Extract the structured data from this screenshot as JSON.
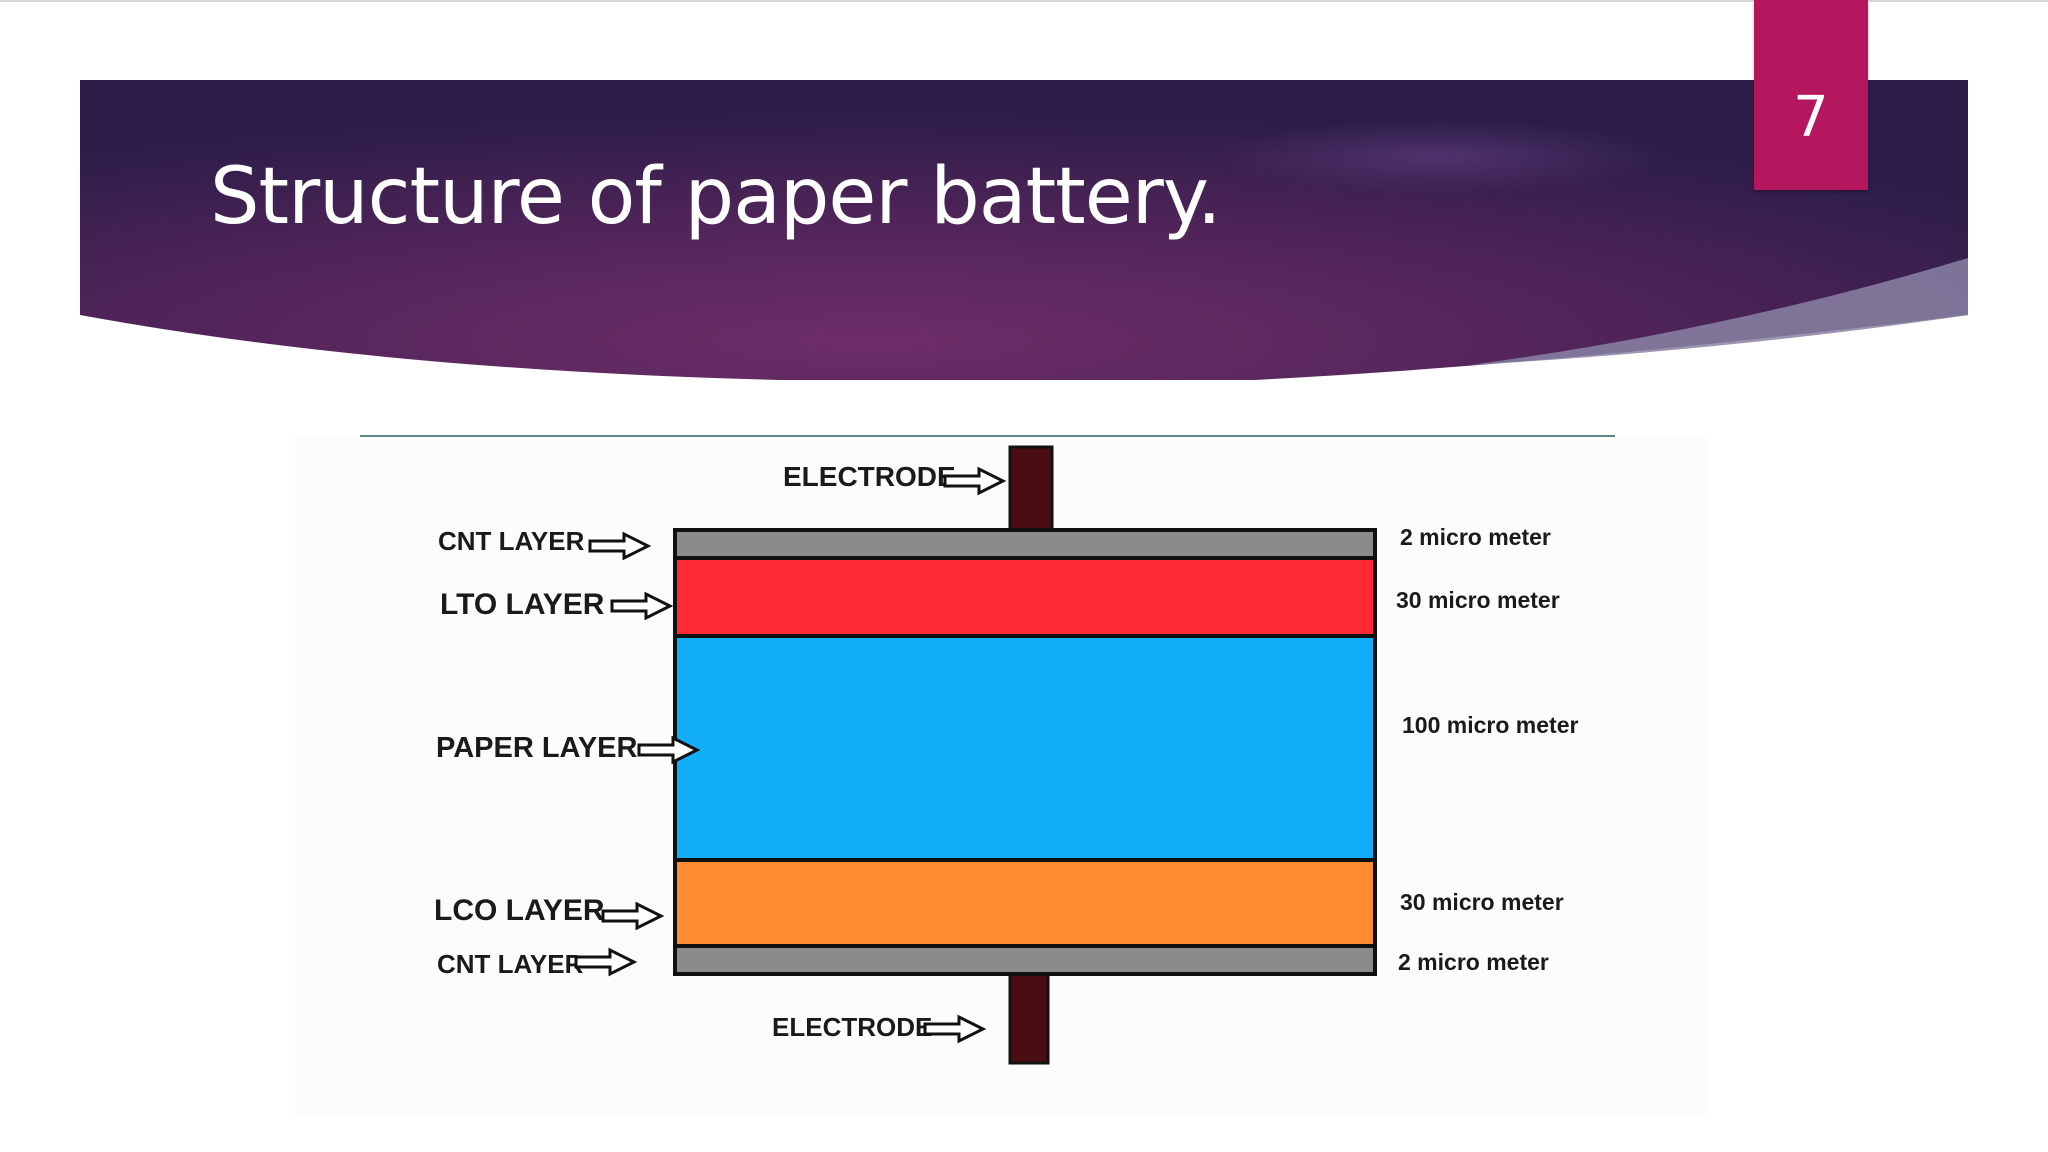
{
  "slide": {
    "title": "Structure of paper battery.",
    "page_number": "7"
  },
  "colors": {
    "banner_dark": "#2a1f4a",
    "banner_mid": "#6a2a66",
    "page_tab": "#b5175f",
    "cnt_layer": "#8a8a8a",
    "lto_layer": "#ff2a35",
    "paper_layer": "#12aef7",
    "lco_layer": "#ff8c32",
    "electrode": "#4a0e12"
  },
  "diagram": {
    "electrode_top_label": "ELECTRODE",
    "electrode_bottom_label": "ELECTRODE",
    "layers": [
      {
        "name": "CNT LAYER",
        "thickness": "2 micro meter"
      },
      {
        "name": "LTO LAYER",
        "thickness": "30 micro meter"
      },
      {
        "name": "PAPER LAYER",
        "thickness": "100 micro meter"
      },
      {
        "name": "LCO LAYER",
        "thickness": "30 micro meter"
      },
      {
        "name": "CNT LAYER",
        "thickness": "2 micro meter"
      }
    ]
  }
}
